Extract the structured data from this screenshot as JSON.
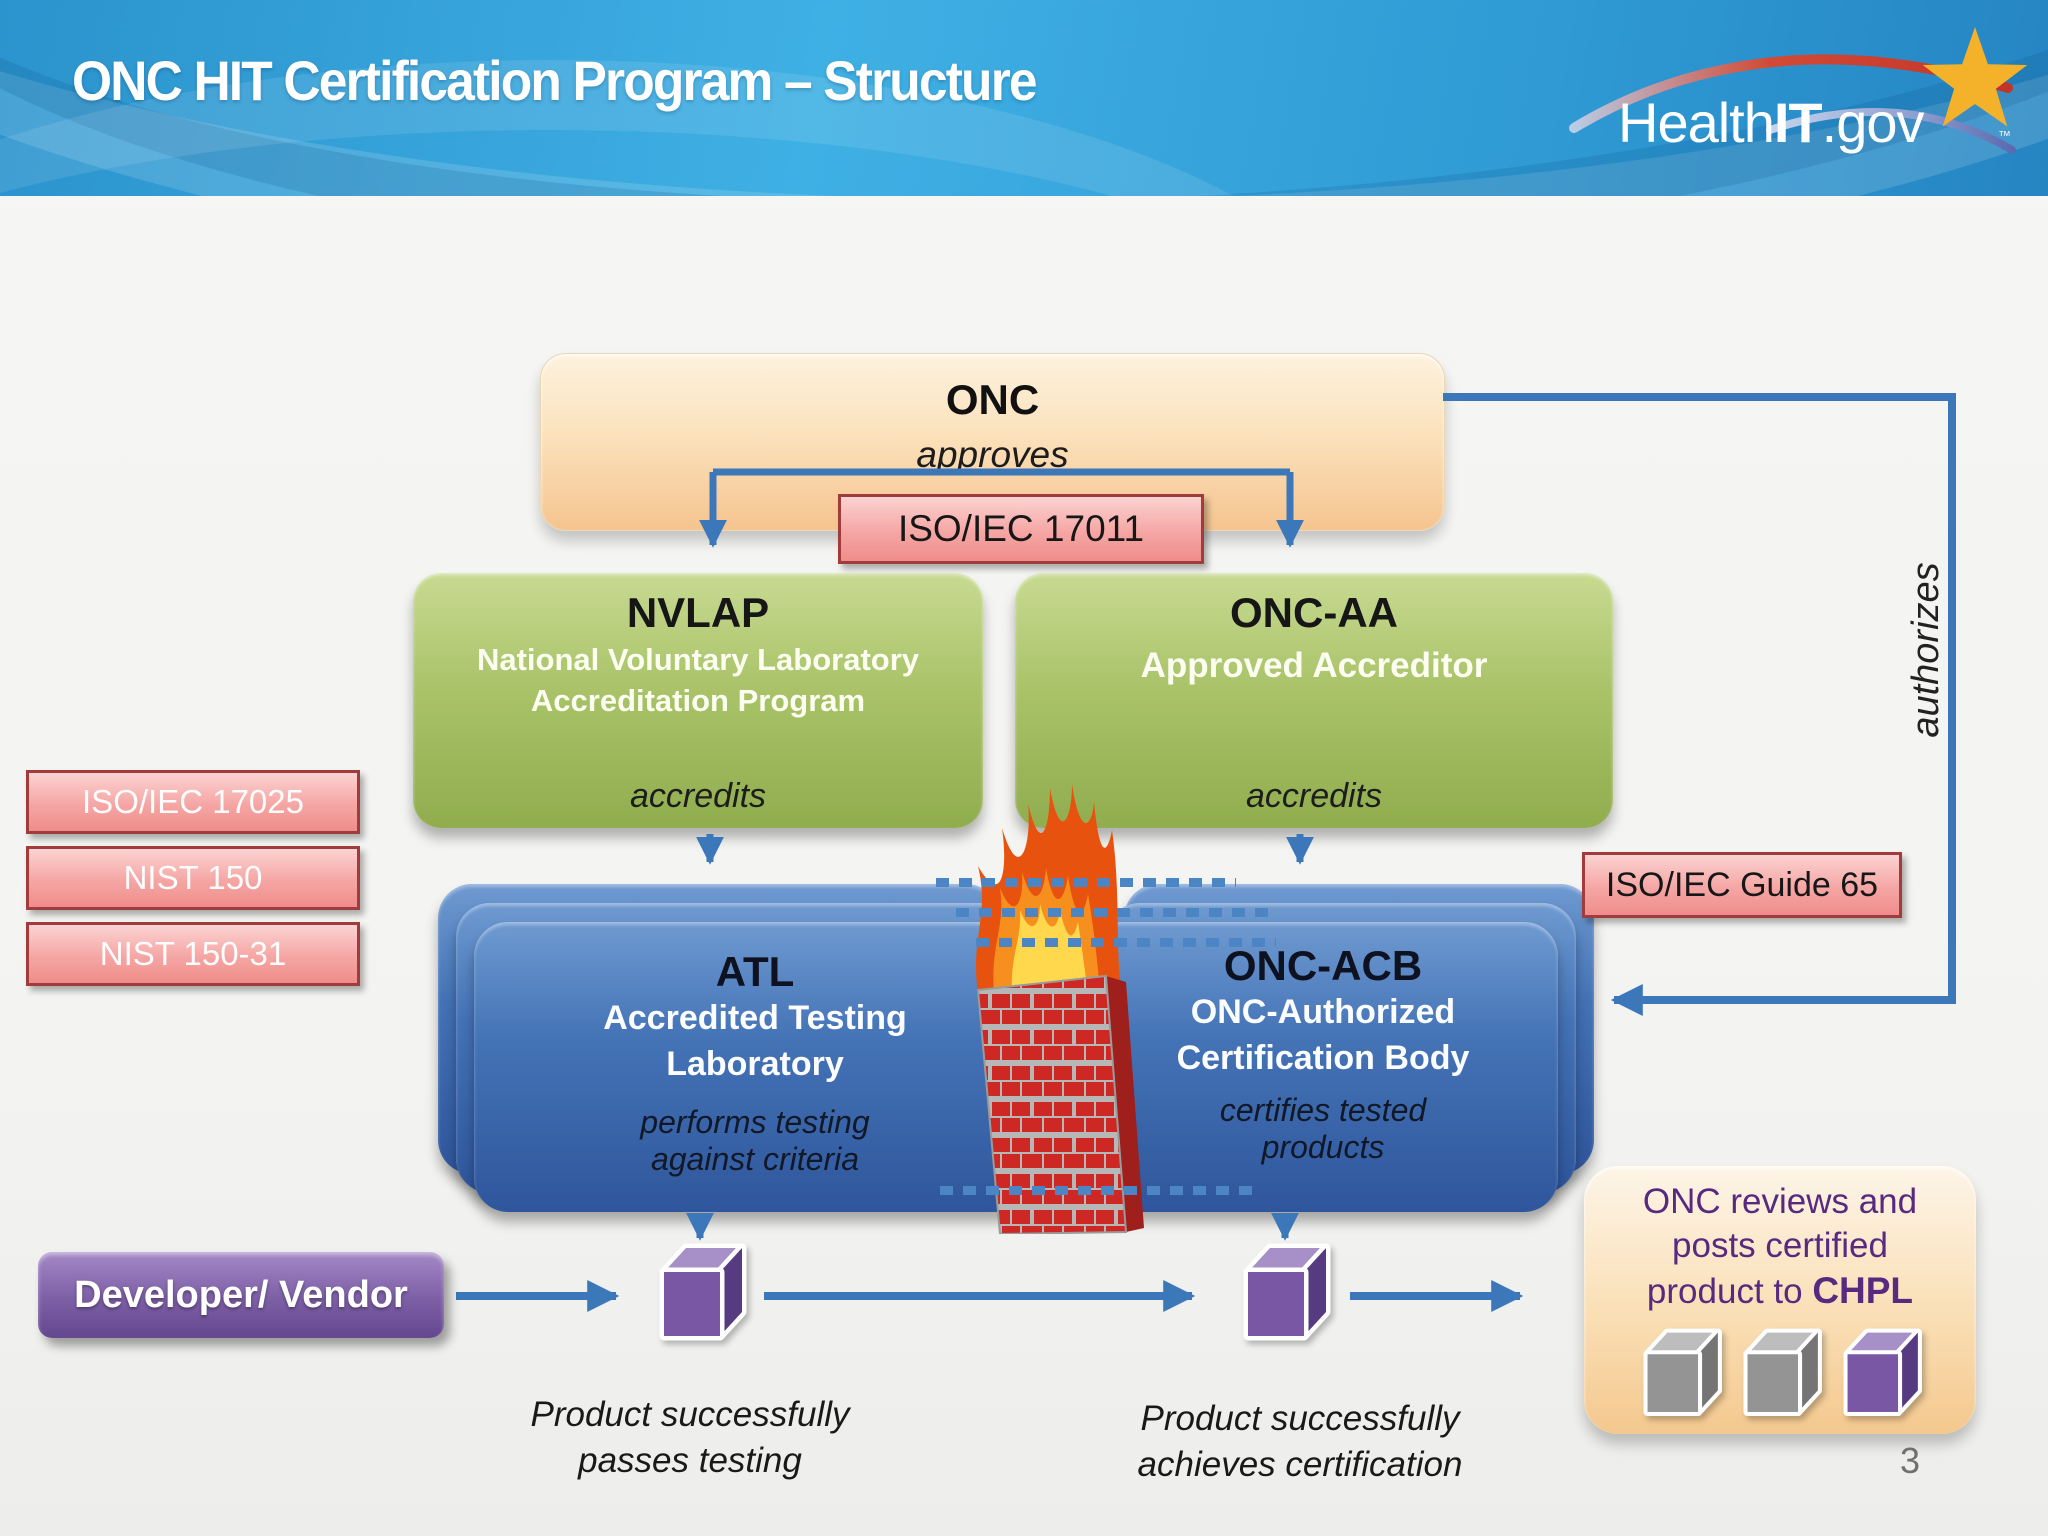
{
  "header": {
    "title": "ONC HIT Certification Program – Structure",
    "logo": {
      "part1": "Health",
      "part2": "IT",
      "part3": ".gov",
      "tm": "™"
    }
  },
  "nodes": {
    "onc": {
      "title": "ONC",
      "action": "approves"
    },
    "nvlap": {
      "title": "NVLAP",
      "line1": "National Voluntary Laboratory",
      "line2": "Accreditation Program",
      "action": "accredits"
    },
    "onc_aa": {
      "title": "ONC-AA",
      "line1": "Approved Accreditor",
      "action": "accredits"
    },
    "atl": {
      "title": "ATL",
      "line1": "Accredited Testing",
      "line2": "Laboratory",
      "action1": "performs testing",
      "action2": "against criteria"
    },
    "onc_acb": {
      "title": "ONC-ACB",
      "line1": "ONC-Authorized",
      "line2": "Certification Body",
      "action1": "certifies tested",
      "action2": "products"
    },
    "developer": {
      "label": "Developer/ Vendor"
    },
    "chpl": {
      "line1": "ONC reviews and",
      "line2": "posts certified",
      "line3": "product  to",
      "line3_bold": "CHPL"
    }
  },
  "standards": {
    "iso17011": "ISO/IEC 17011",
    "iso17025": "ISO/IEC 17025",
    "nist150": "NIST 150",
    "nist15031": "NIST 150-31",
    "guide65": "ISO/IEC Guide 65"
  },
  "edges": {
    "authorizes": "authorizes"
  },
  "captions": {
    "testing1": "Product successfully",
    "testing2": "passes testing",
    "cert1": "Product successfully",
    "cert2": "achieves certification"
  },
  "page_number": "3",
  "colors": {
    "header_blue": "#3fb0e4",
    "arrow_blue": "#3c77b9",
    "box_peach_top": "#fdf2de",
    "box_peach_bottom": "#f5c48f",
    "box_green": "#aac369",
    "box_blue": "#4473b6",
    "label_pink": "#f5a6a4",
    "label_border": "#a03d3c",
    "purple_box": "#7d5fa6",
    "cube_purple": "#7a57a5",
    "cube_gray": "#949494",
    "chpl_text_purple": "#572a80",
    "brick_red": "#cd2823",
    "flame_orange": "#e8520f",
    "flame_yellow": "#ffd84d",
    "star_gold": "#f3b229"
  }
}
